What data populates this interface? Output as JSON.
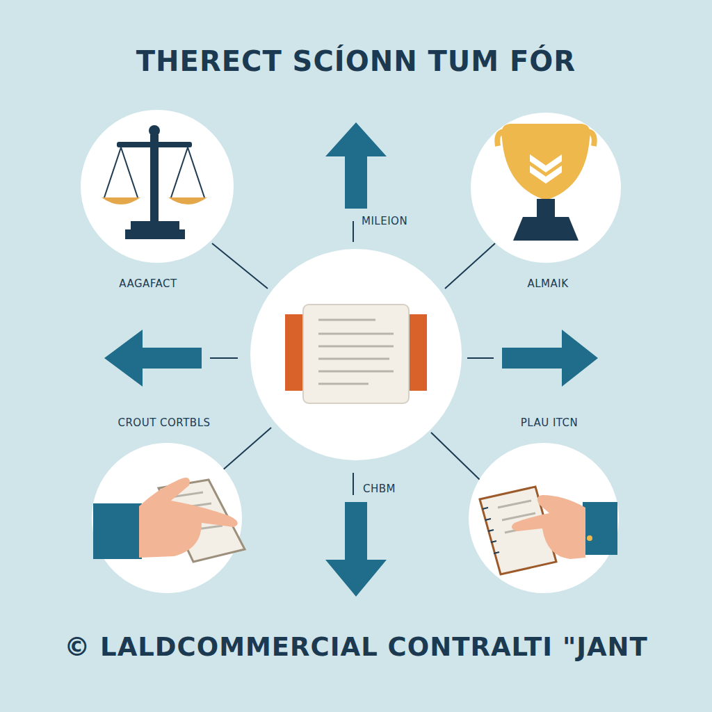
{
  "diagram": {
    "title": "THERECT SCÍONN TUM FÓR",
    "caption": "© LALDCOMMERCIAL CONTRALTI \"JANT",
    "labels": [
      "MILEION",
      "AAGAFACT",
      "ALMAIK",
      "CROUT CORTBLS",
      "PLAU ITCN",
      "CHBM"
    ]
  }
}
